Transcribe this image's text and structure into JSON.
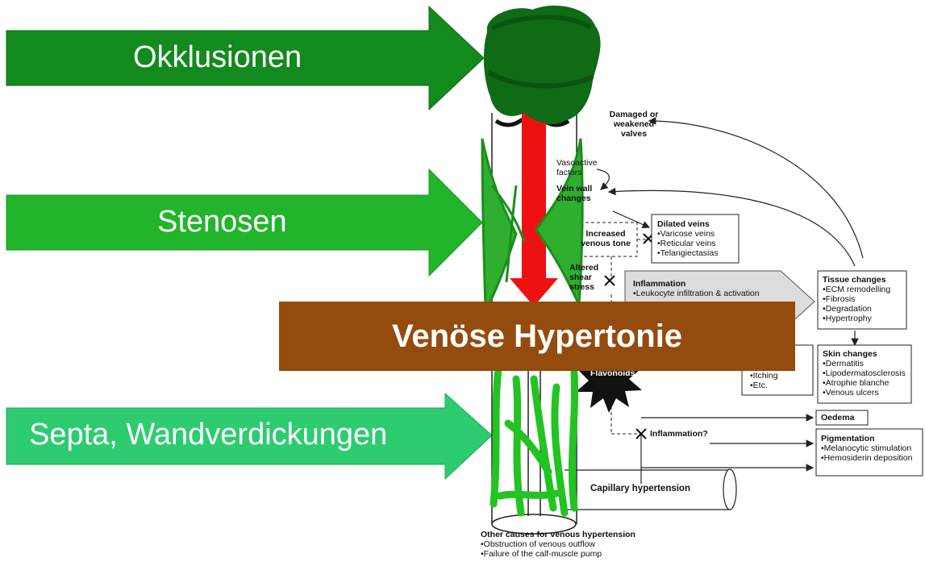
{
  "arrows": {
    "okklusionen": "Okklusionen",
    "stenosen": "Stenosen",
    "septa": "Septa, Wandverdickungen"
  },
  "banner": "Venöse Hypertonie",
  "diagram": {
    "damaged_valves": [
      "Damaged or",
      "weakened",
      "valves"
    ],
    "vasoactive": [
      "Vasoactive",
      "factors"
    ],
    "wall_changes": [
      "Vein wall",
      "changes"
    ],
    "increased_tone": [
      "Increased",
      "venous tone"
    ],
    "altered_shear": [
      "Altered",
      "shear",
      "stress"
    ],
    "dilated_veins": {
      "title": "Dilated veins",
      "items": [
        "•Varicose veins",
        "•Reticular veins",
        "•Telangiectasias"
      ]
    },
    "inflammation": {
      "title": "Inflammation",
      "items": [
        "•Leukocyte infiltration & activation"
      ]
    },
    "tissue_changes": {
      "title": "Tissue changes",
      "items": [
        "•ECM remodelling",
        "•Fibrosis",
        "•Degradation",
        "•Hypertrophy"
      ]
    },
    "skin_changes": {
      "title": "Skin changes",
      "items": [
        "•Dermatitis",
        "•Lipodermatosclerosis",
        "•Atrophie blanche",
        "•Venous ulcers"
      ]
    },
    "symptoms": [
      "•Itching",
      "•Etc."
    ],
    "flavonoids": "Flavonoids",
    "oedema": "Oedema",
    "inflammation_q": "Inflammation?",
    "pigmentation": {
      "title": "Pigmentation",
      "items": [
        "•Melanocytic stimulation",
        "•Hemosiderin deposition"
      ]
    },
    "capillary": "Capillary hypertension",
    "other_causes": {
      "title": "Other causes for venous hypertension",
      "items": [
        "•Obstruction of venous outflow",
        "•Failure of the calf-muscle pump"
      ]
    }
  },
  "colors": {
    "arrow_okklusionen": "#138a1e",
    "arrow_stenosen": "#22b52c",
    "arrow_septa": "#2ecc71",
    "banner": "#944b0e",
    "occlusion_blob": "#0f6b16",
    "stenosis": "#2fae2f",
    "septa": "#22c322",
    "red_arrow": "#ee1111"
  }
}
